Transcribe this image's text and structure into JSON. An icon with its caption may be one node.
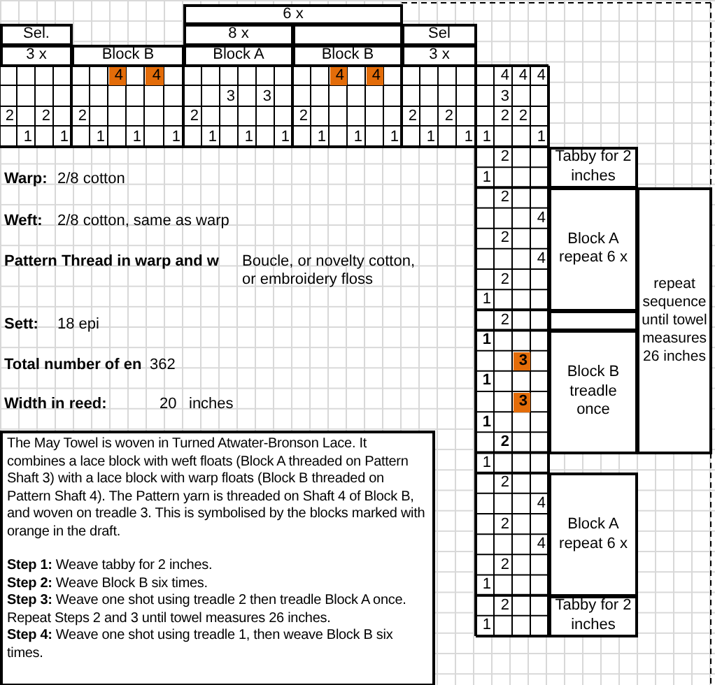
{
  "diagram": {
    "nodes": [
      {
        "text": [
          "6 x"
        ]
      },
      {
        "text": [
          "Sel."
        ]
      },
      {
        "text": [
          "8 x"
        ]
      },
      {
        "text": [],
        "shape": "box"
      },
      {
        "text": [
          "Sel"
        ]
      },
      {
        "text": [
          "3 x"
        ]
      },
      {
        "text": [
          "Block B"
        ]
      },
      {
        "text": [
          "Block A"
        ]
      },
      {
        "text": [
          "Block B"
        ]
      },
      {
        "text": [
          "3 x"
        ]
      },
      {
        "text": [
          "Tabby for 2 inches"
        ]
      },
      {
        "text": [
          "Block A repeat 6 x"
        ]
      },
      {
        "text": [
          "repeat sequence until towel measures 26 inches"
        ]
      },
      {
        "text": [],
        "shape": "box"
      },
      {
        "text": [
          "Block B treadle once"
        ]
      },
      {
        "text": [
          "The May Towel is woven in Turned Atwater-Bronson Lace.  It combines a lace block with weft floats (Block A threaded on Pattern Shaft 3) with a lace block with warp floats (Block B threaded on Pattern Shaft 4). The Pattern yarn is threaded on Shaft 4 of Block B, and woven on treadle 3.  This is symbolised by the blocks marked with orange in the draft.",
          "**Step 1:**  Weave tabby for 2 inches.",
          "**Step 2:**  Weave Block B six times.",
          "**Step 3:**  Weave one shot using treadle 2 then treadle Block A once. Repeat Steps 2 and 3 until towel measures 26 inches.",
          "**Step 4:**  Weave one shot using treadle 1, then weave Block B six times."
        ]
      },
      {
        "text": [
          "Block A repeat 6 x"
        ]
      },
      {
        "text": [
          "Tabby for 2 inches"
        ]
      }
    ],
    "labels": [
      "4",
      "4",
      "4",
      "4",
      "4",
      "4",
      "4",
      "3",
      "3",
      "3",
      "2",
      "2",
      "2",
      "2",
      "2",
      "2",
      "2",
      "2",
      "2",
      "1",
      "1",
      "1",
      "1",
      "1",
      "1",
      "1",
      "1",
      "1",
      "1",
      "1",
      "1",
      "1",
      "1",
      "1",
      "2",
      "1",
      "2",
      "4",
      "2",
      "4",
      "2",
      "1",
      "2",
      "1",
      "3",
      "1",
      "3",
      "1",
      "2",
      "1",
      "2",
      "4",
      "2",
      "4",
      "2",
      "1",
      "2",
      "1",
      "Warp:",
      "2/8 cotton",
      "Weft:",
      "2/8 cotton, same as warp",
      "Pattern Thread in warp and w",
      "Boucle, or novelty cotton, or embroidery floss",
      "Sett:",
      "18 epi",
      "Total number of en",
      "362",
      "Width in reed:",
      "20",
      "inches"
    ]
  }
}
